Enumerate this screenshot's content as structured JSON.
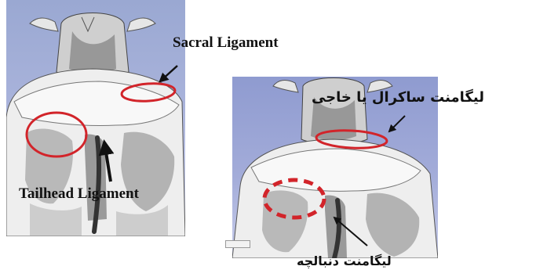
{
  "labels": {
    "sacral_en": "Sacral Ligament",
    "tailhead_en": "Tailhead Ligament",
    "sacral_fa": "لیگامنت ساکرال یا خاجی",
    "tailhead_fa": "لیگامنت دنبالچه"
  },
  "colors": {
    "marker_red": "#d2242a",
    "background_blue": "#9aa8d2"
  }
}
